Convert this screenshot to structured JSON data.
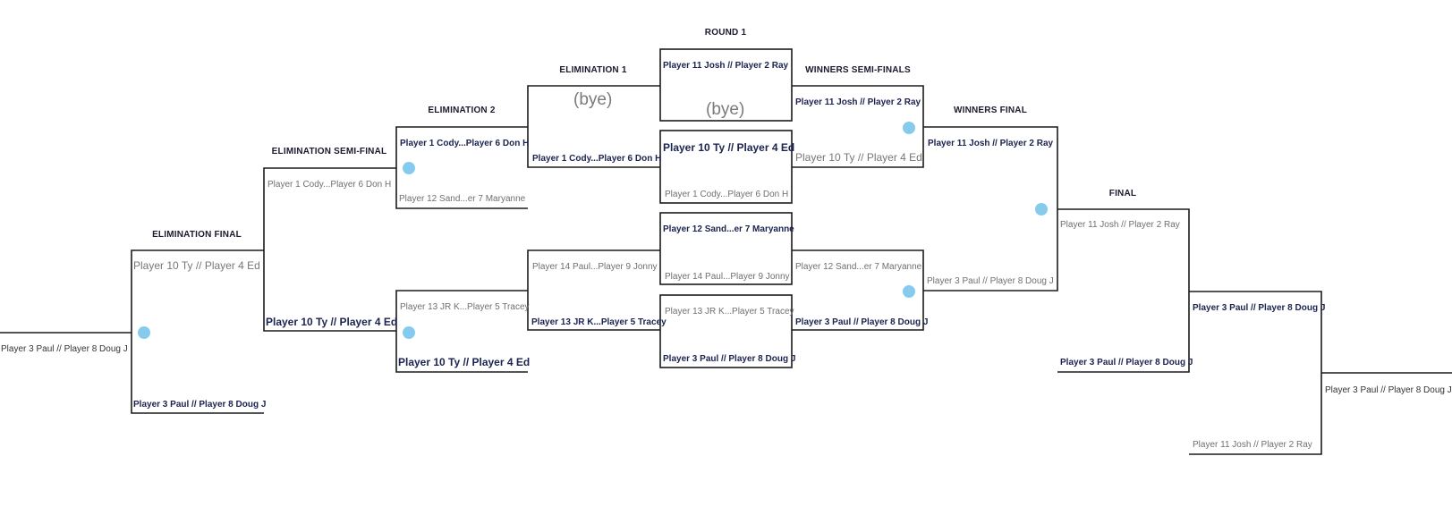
{
  "colors": {
    "line": "#1b1b1b",
    "winner_text": "#1b2350",
    "muted_text": "#6f6f6f",
    "dot": "#86cbee"
  },
  "headers": {
    "round1": "ROUND 1",
    "elimination1": "ELIMINATION 1",
    "elimination2": "ELIMINATION 2",
    "elimination_semi": "ELIMINATION SEMI-FINAL",
    "elimination_final": "ELIMINATION FINAL",
    "winners_semi": "WINNERS SEMI-FINALS",
    "winners_final": "WINNERS FINAL",
    "final": "FINAL"
  },
  "round1": {
    "m1_top": "Player 11 Josh // Player 2 Ray",
    "m1_bye": "(bye)",
    "m2_top": "Player 10 Ty // Player 4 Ed",
    "m2_bottom": "Player 1 Cody...Player 6 Don H",
    "m3_top": "Player 12 Sand...er 7 Maryanne",
    "m3_bottom": "Player 14  Paul...Player 9 Jonny",
    "m4_top": "Player 13 JR K...Player 5 Tracey",
    "m4_bottom": "Player 3 Paul // Player 8 Doug J"
  },
  "elimination1": {
    "m1_bye": "(bye)",
    "m1_bottom": "Player 1 Cody...Player 6 Don H",
    "m2_top": "Player 14  Paul...Player 9 Jonny",
    "m2_bottom": "Player 13 JR K...Player 5 Tracey"
  },
  "elimination2": {
    "m1_top": "Player 1 Cody...Player 6 Don H",
    "m1_bottom": "Player 12 Sand...er 7 Maryanne",
    "m2_top": "Player 13 JR K...Player 5 Tracey",
    "m2_bottom": "Player 10 Ty // Player 4 Ed"
  },
  "elimination_semi": {
    "top": "Player 1 Cody...Player 6 Don H",
    "bottom": "Player 10 Ty // Player 4 Ed"
  },
  "elimination_final": {
    "top": "Player 10 Ty // Player 4 Ed",
    "bottom": "Player 3 Paul // Player 8 Doug J"
  },
  "left_outer": "Player 3 Paul // Player 8 Doug J",
  "winners_semi": {
    "m1_top": "Player 11 Josh // Player 2 Ray",
    "m1_bottom": "Player 10 Ty // Player 4 Ed",
    "m2_top": "Player 12 Sand...er 7 Maryanne",
    "m2_bottom": "Player 3 Paul // Player 8 Doug J"
  },
  "winners_final": {
    "top": "Player 11 Josh // Player 2 Ray",
    "bottom": "Player 3 Paul // Player 8 Doug J"
  },
  "final": {
    "top": "Player 11 Josh // Player 2 Ray",
    "bottom": "Player 3 Paul // Player 8 Doug J"
  },
  "grand_final": {
    "top": "Player 3 Paul // Player 8 Doug J",
    "bottom": "Player 11 Josh // Player 2 Ray"
  },
  "champion": "Player 3 Paul // Player 8 Doug J"
}
